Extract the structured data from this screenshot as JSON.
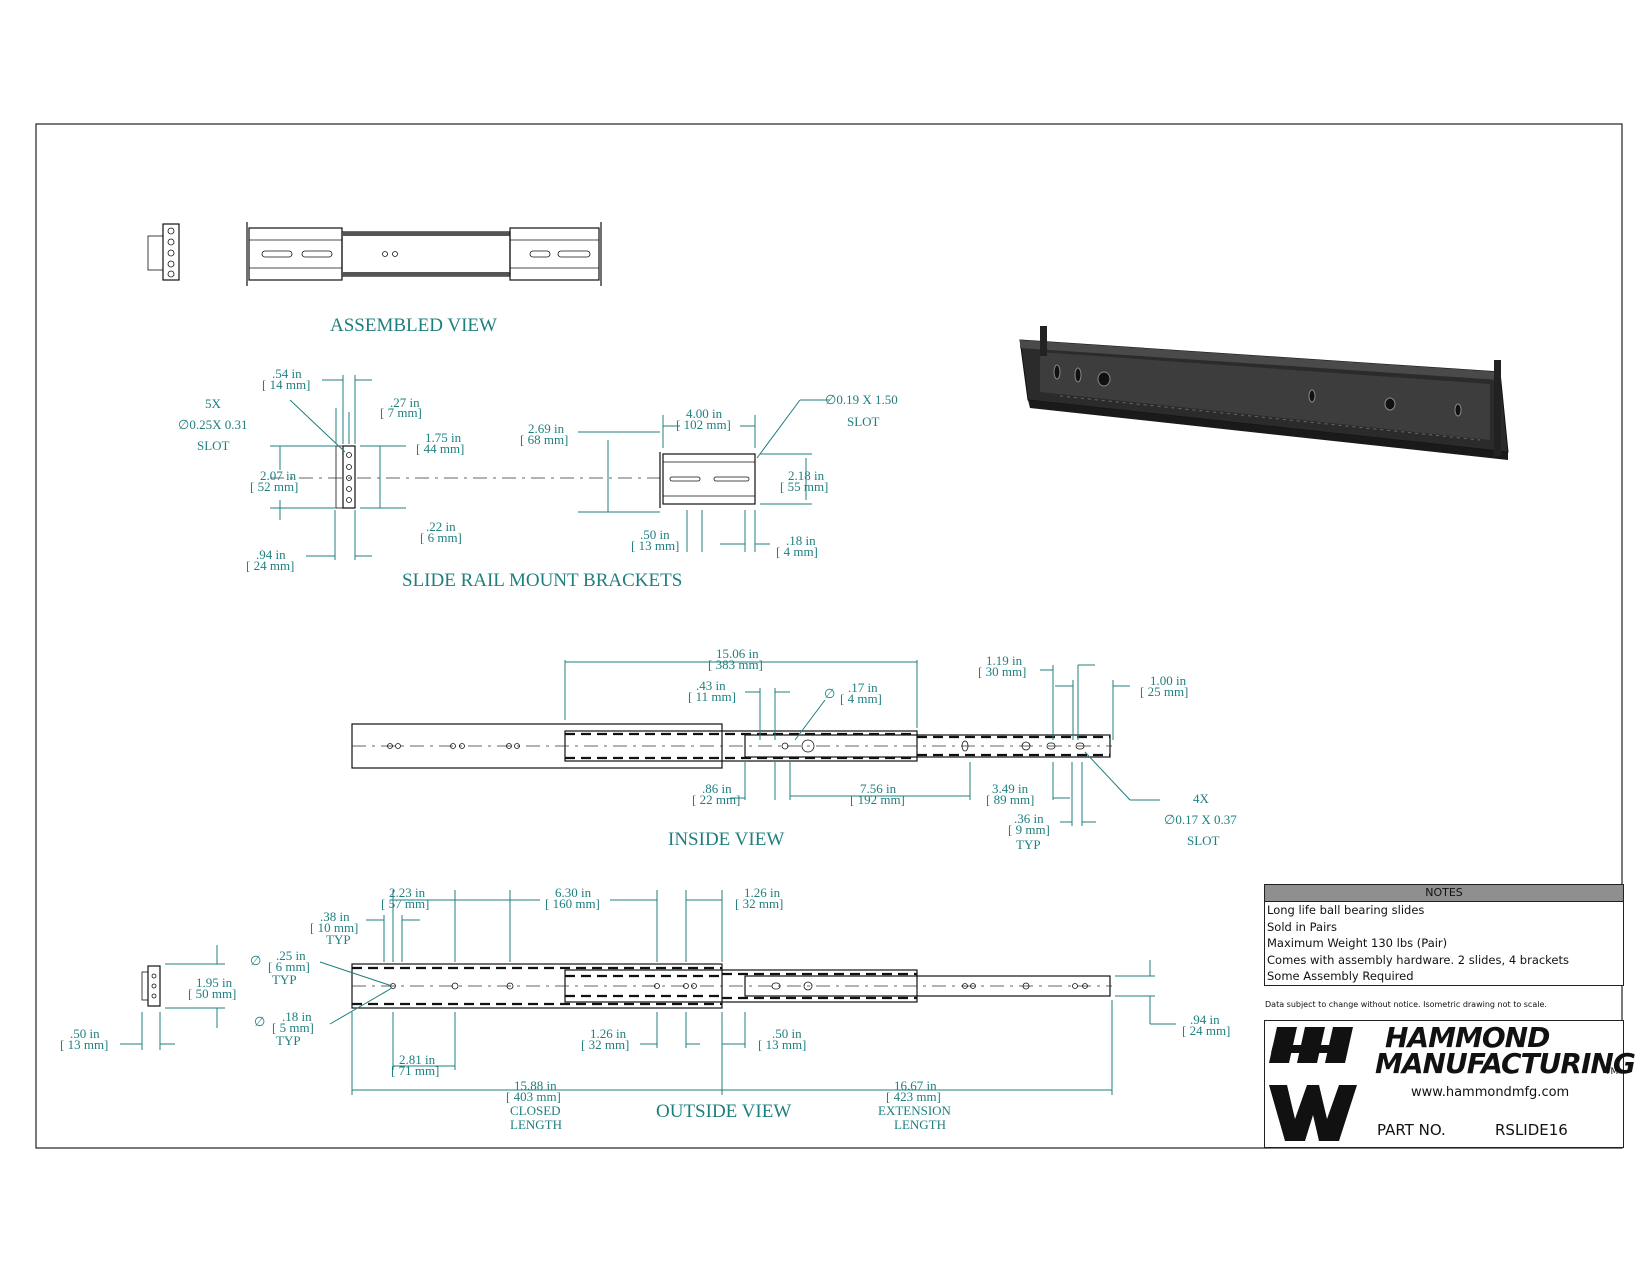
{
  "views": {
    "assembled": "ASSEMBLED VIEW",
    "brackets": "SLIDE RAIL MOUNT BRACKETS",
    "inside": "INSIDE VIEW",
    "outside": "OUTSIDE VIEW"
  },
  "brackets": {
    "d054_in": ".54 in",
    "d054_mm": "[ 14 mm]",
    "d027_in": ".27 in",
    "d027_mm": "[ 7 mm]",
    "slot_count": "5X",
    "slot_size": "∅0.25X 0.31",
    "slot_word": "SLOT",
    "d175_in": "1.75 in",
    "d175_mm": "[ 44 mm]",
    "d207_in": "2.07 in",
    "d207_mm": "[ 52 mm]",
    "d022_in": ".22 in",
    "d022_mm": "[ 6 mm]",
    "d094_in": ".94 in",
    "d094_mm": "[ 24 mm]",
    "d269_in": "2.69 in",
    "d269_mm": "[ 68 mm]",
    "d400_in": "4.00 in",
    "d400_mm": "[ 102 mm]",
    "slot2_size": "∅0.19 X 1.50",
    "slot2_word": "SLOT",
    "d218_in": "2.18 in",
    "d218_mm": "[ 55 mm]",
    "d050_in": ".50 in",
    "d050_mm": "[ 13 mm]",
    "d018_in": ".18 in",
    "d018_mm": "[ 4 mm]"
  },
  "inside": {
    "d1506_in": "15.06 in",
    "d1506_mm": "[ 383 mm]",
    "d043_in": ".43 in",
    "d043_mm": "[ 11 mm]",
    "dia": "∅",
    "d017_in": ".17 in",
    "d017_mm": "[ 4 mm]",
    "d119_in": "1.19 in",
    "d119_mm": "[ 30 mm]",
    "d100_in": "1.00 in",
    "d100_mm": "[ 25 mm]",
    "d086_in": ".86 in",
    "d086_mm": "[ 22 mm]",
    "d756_in": "7.56 in",
    "d756_mm": "[ 192 mm]",
    "d349_in": "3.49 in",
    "d349_mm": "[ 89 mm]",
    "d036_in": ".36 in",
    "d036_mm": "[ 9 mm]",
    "typ": "TYP",
    "slot_count": "4X",
    "slot_size": "∅0.17 X 0.37",
    "slot_word": "SLOT"
  },
  "outside": {
    "d223_in": "2.23 in",
    "d223_mm": "[ 57 mm]",
    "d630_in": "6.30 in",
    "d630_mm": "[ 160 mm]",
    "d126_in": "1.26 in",
    "d126_mm": "[ 32 mm]",
    "d038_in": ".38 in",
    "d038_mm": "[ 10 mm]",
    "typ1": "TYP",
    "dia1": "∅",
    "d025_in": ".25 in",
    "d025_mm": "[ 6 mm]",
    "typ2": "TYP",
    "d195_in": "1.95 in",
    "d195_mm": "[ 50 mm]",
    "dia2": "∅",
    "d018_in": ".18 in",
    "d018_mm": "[ 5 mm]",
    "typ3": "TYP",
    "d050a_in": ".50 in",
    "d050a_mm": "[ 13 mm]",
    "d281_in": "2.81 in",
    "d281_mm": "[ 71 mm]",
    "d126b_in": "1.26 in",
    "d126b_mm": "[ 32 mm]",
    "d050b_in": ".50 in",
    "d050b_mm": "[ 13 mm]",
    "d094_in": ".94 in",
    "d094_mm": "[ 24 mm]",
    "d1588_in": "15.88 in",
    "d1588_mm": "[ 403 mm]",
    "closed": "CLOSED",
    "closed2": "LENGTH",
    "d1667_in": "16.67 in",
    "d1667_mm": "[ 423 mm]",
    "ext": "EXTENSION",
    "ext2": "LENGTH"
  },
  "notes": {
    "heading": "NOTES",
    "lines": [
      "Long life ball bearing slides",
      "Sold in Pairs",
      "Maximum Weight 130 lbs (Pair)",
      "Comes with assembly hardware. 2 slides, 4 brackets",
      "Some Assembly Required"
    ]
  },
  "disclaimer": "Data subject to change without notice. Isometric drawing not to scale.",
  "title_block": {
    "brand_line1": "HAMMOND",
    "brand_line2": "MANUFACTURING",
    "trademark": "TM",
    "website": "www.hammondmfg.com",
    "part_label": "PART NO.",
    "part_number": "RSLIDE16"
  }
}
